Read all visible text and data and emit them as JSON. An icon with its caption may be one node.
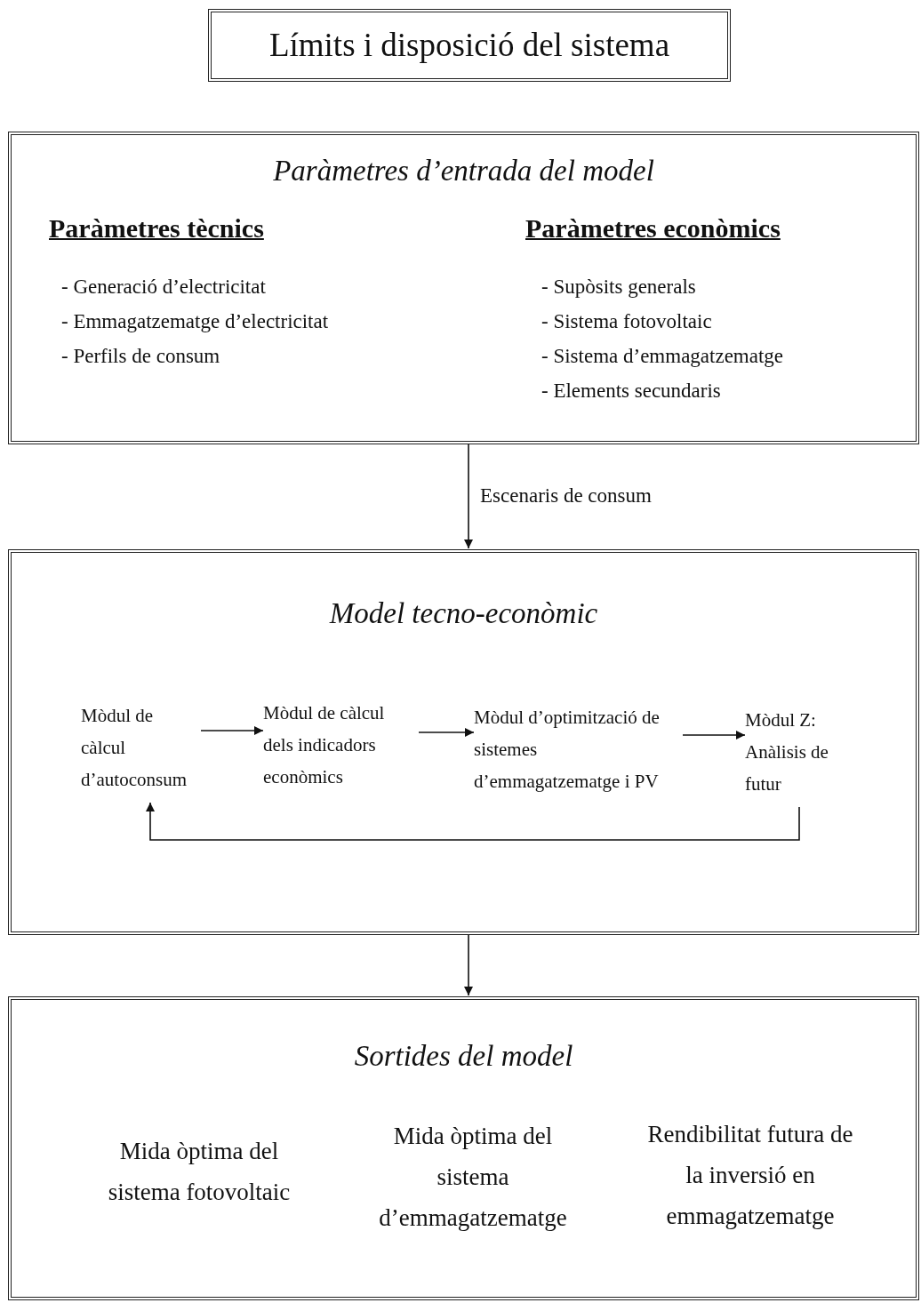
{
  "diagram": {
    "nodes": [
      {
        "text": [
          "Límits i disposició del sistema"
        ]
      },
      {
        "text": [
          "Paràmetres d’entrada del model",
          "Paràmetres tècnics",
          "- Generació d’electricitat",
          "- Emmagatzematge d’electricitat",
          "- Perfils de consum",
          "Paràmetres econòmics",
          "- Supòsits generals",
          "- Sistema fotovoltaic",
          "- Sistema d’emmagatzematge",
          "- Elements secundaris"
        ]
      },
      {
        "text": [
          "Model tecno-econòmic"
        ]
      },
      {
        "text": [
          "Mòdul de càlcul d’autoconsum"
        ],
        "in": 2
      },
      {
        "text": [
          "Mòdul de càlcul dels indicadors econòmics"
        ],
        "in": 2
      },
      {
        "text": [
          "Mòdul d’optimització de sistemes d’emmagatzematge i PV"
        ],
        "in": 2
      },
      {
        "text": [
          "Mòdul Z: Anàlisis de futur"
        ],
        "in": 2
      },
      {
        "text": [
          "Sortides del model",
          "Mida òptima del sistema fotovoltaic",
          "Mida òptima del sistema d’emmagatzematge",
          "Rendibilitat futura de la inversió en emmagatzematge"
        ]
      }
    ],
    "edges": [
      {
        "from": 1,
        "to": 2,
        "arrow": "to",
        "label": "Escenaris de consum"
      },
      {
        "from": 2,
        "to": 7,
        "arrow": "to"
      },
      {
        "from": 3,
        "to": 4,
        "arrow": "to"
      },
      {
        "from": 4,
        "to": 5,
        "arrow": "to"
      },
      {
        "from": 5,
        "to": 6,
        "arrow": "to"
      },
      {
        "from": 6,
        "to": 3,
        "arrow": "to"
      }
    ]
  }
}
